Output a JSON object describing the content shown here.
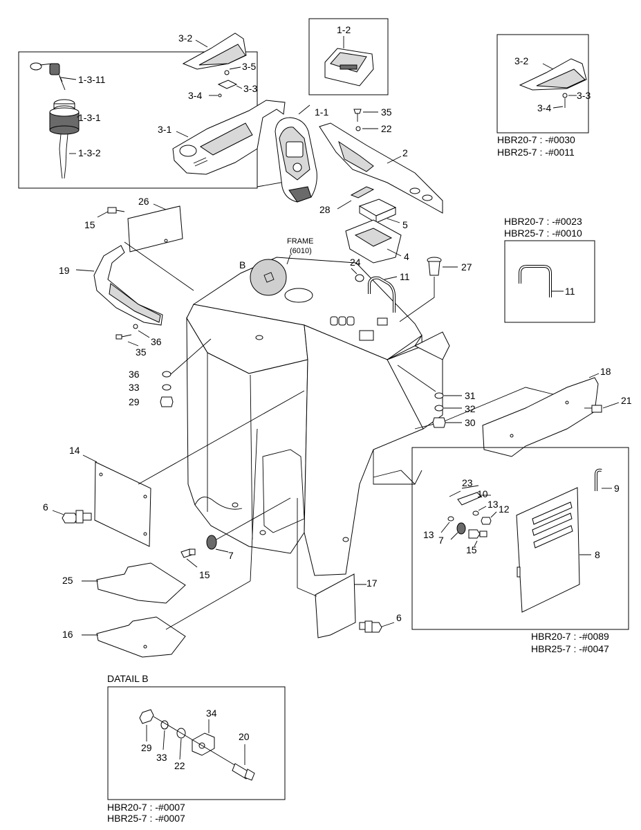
{
  "labels": {
    "p1_3_11": "1-3-11",
    "p1_3_1": "1-3-1",
    "p1_3_2": "1-3-2",
    "p1_2": "1-2",
    "p1_1": "1-1",
    "p3_2": "3-2",
    "p3_5": "3-5",
    "p3_3": "3-3",
    "p3_4": "3-4",
    "p3_1": "3-1",
    "p35": "35",
    "p22": "22",
    "p2": "2",
    "p28": "28",
    "p5": "5",
    "p4": "4",
    "p26": "26",
    "p15": "15",
    "p19": "19",
    "p36": "36",
    "p33": "33",
    "p29": "29",
    "p24": "24",
    "p11": "11",
    "p27": "27",
    "p31": "31",
    "p32": "32",
    "p30": "30",
    "p18": "18",
    "p21": "21",
    "p14": "14",
    "p6": "6",
    "p7": "7",
    "p25": "25",
    "p16": "16",
    "p17": "17",
    "p23": "23",
    "p10": "10",
    "p13": "13",
    "p12": "12",
    "p9": "9",
    "p8": "8",
    "p34": "34",
    "p20": "20",
    "pB": "B"
  },
  "frame_label": {
    "name": "FRAME",
    "code": "(6010)"
  },
  "callouts": {
    "top_right": {
      "line1": "HBR20-7 : -#0030",
      "line2": "HBR25-7 : -#0011"
    },
    "handle": {
      "line1": "HBR20-7 : -#0023",
      "line2": "HBR25-7 : -#0010"
    },
    "cover": {
      "line1": "HBR20-7 : -#0089",
      "line2": "HBR25-7 : -#0047"
    },
    "detail": {
      "title": "DATAIL B",
      "line1": "HBR20-7 : -#0007",
      "line2": "HBR25-7 : -#0007"
    }
  }
}
